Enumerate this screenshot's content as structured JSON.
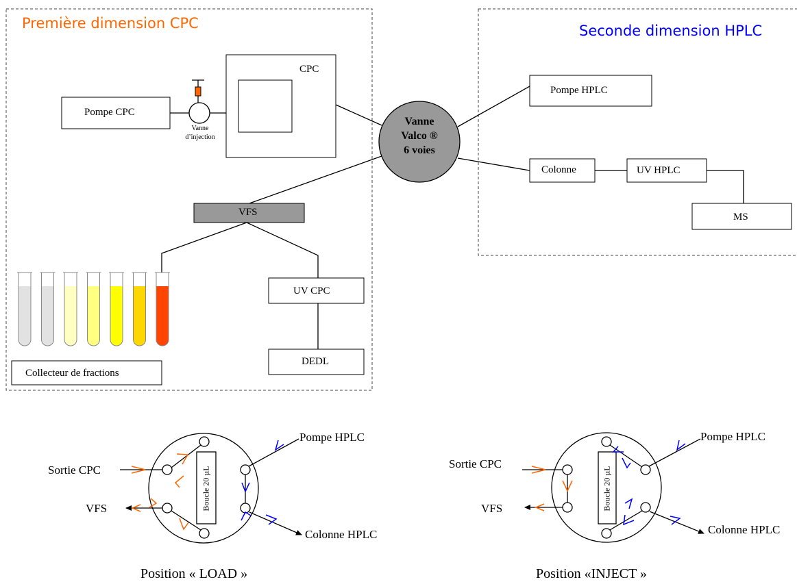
{
  "regions": {
    "cpc_title": "Première dimension CPC",
    "hplc_title": "Seconde dimension HPLC",
    "cpc_color": "#ff6600",
    "hplc_color": "#0000ff"
  },
  "components": {
    "pompe_cpc": "Pompe CPC",
    "vanne_injection_line1": "Vanne",
    "vanne_injection_line2": "d’injection",
    "cpc": "CPC",
    "valco_line1": "Vanne",
    "valco_line2": "Valco ®",
    "valco_line3": "6 voies",
    "pompe_hplc": "Pompe HPLC",
    "colonne": "Colonne",
    "uv_hplc": "UV HPLC",
    "ms": "MS",
    "vfs": "VFS",
    "uv_cpc": "UV CPC",
    "dedl": "DEDL",
    "collecteur": "Collecteur de fractions"
  },
  "fraction_tubes": [
    {
      "fill": "#e2e2e2"
    },
    {
      "fill": "#e2e2e2"
    },
    {
      "fill": "#ffffc0"
    },
    {
      "fill": "#ffff80"
    },
    {
      "fill": "#ffff00"
    },
    {
      "fill": "#ffd700"
    },
    {
      "fill": "#ff4500"
    }
  ],
  "valve_load": {
    "caption": "Position « LOAD »",
    "sortie_cpc": "Sortie CPC",
    "vfs": "VFS",
    "pompe_hplc": "Pompe HPLC",
    "colonne_hplc": "Colonne HPLC",
    "loop": "Boucle 20 µL"
  },
  "valve_inject": {
    "caption": "Position «INJECT »",
    "sortie_cpc": "Sortie CPC",
    "vfs": "VFS",
    "pompe_hplc": "Pompe HPLC",
    "colonne_hplc": "Colonne HPLC",
    "loop": "Boucle 20 µL"
  },
  "colors": {
    "valco_fill": "#999999",
    "vfs_fill": "#999999",
    "arrow_orange": "#ff6600",
    "arrow_blue": "#0000ff",
    "syringe": "#ff6600"
  }
}
